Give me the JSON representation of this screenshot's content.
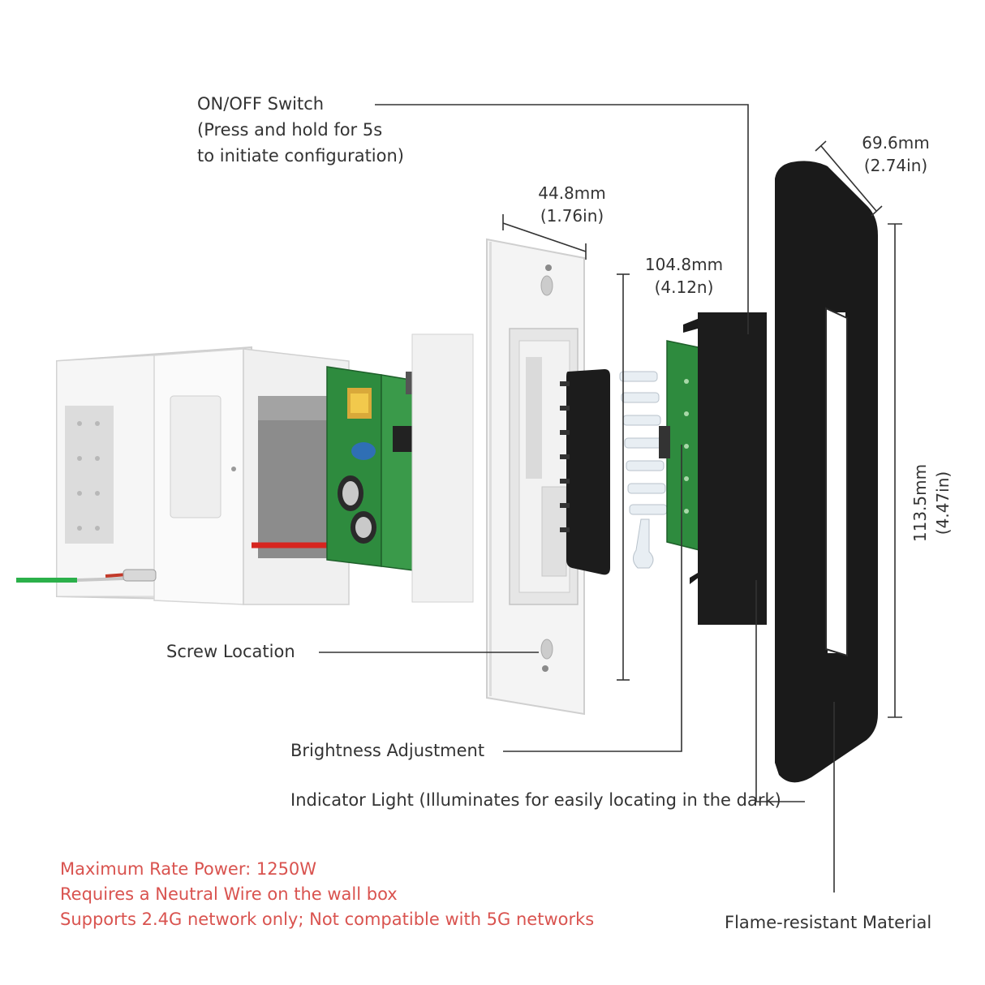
{
  "labels": {
    "onoff_line1": "ON/OFF Switch",
    "onoff_line2": "(Press and hold for 5s",
    "onoff_line3": "to initiate configuration)",
    "screw": "Screw Location",
    "brightness": "Brightness Adjustment",
    "indicator": "Indicator Light (Illuminates for easily locating in the dark)",
    "flame": "Flame-resistant Material"
  },
  "dimensions": {
    "depth_mm": "69.6mm",
    "depth_in": "(2.74in)",
    "plate_width_mm": "44.8mm",
    "plate_width_in": "(1.76in)",
    "plate_height_mm": "104.8mm",
    "plate_height_in": "(4.12n)",
    "panel_height_mm": "113.5mm",
    "panel_height_in": "(4.47in)"
  },
  "notes": {
    "line1": "Maximum Rate Power: 1250W",
    "line2": "Requires a Neutral Wire on the wall box",
    "line3": "Supports 2.4G network only; Not compatible with 5G networks"
  },
  "colors": {
    "note_red": "#d9534f",
    "pcb_green": "#2e8b3e",
    "foam_black": "#1a1a1a",
    "plate_white": "#f4f4f4"
  }
}
